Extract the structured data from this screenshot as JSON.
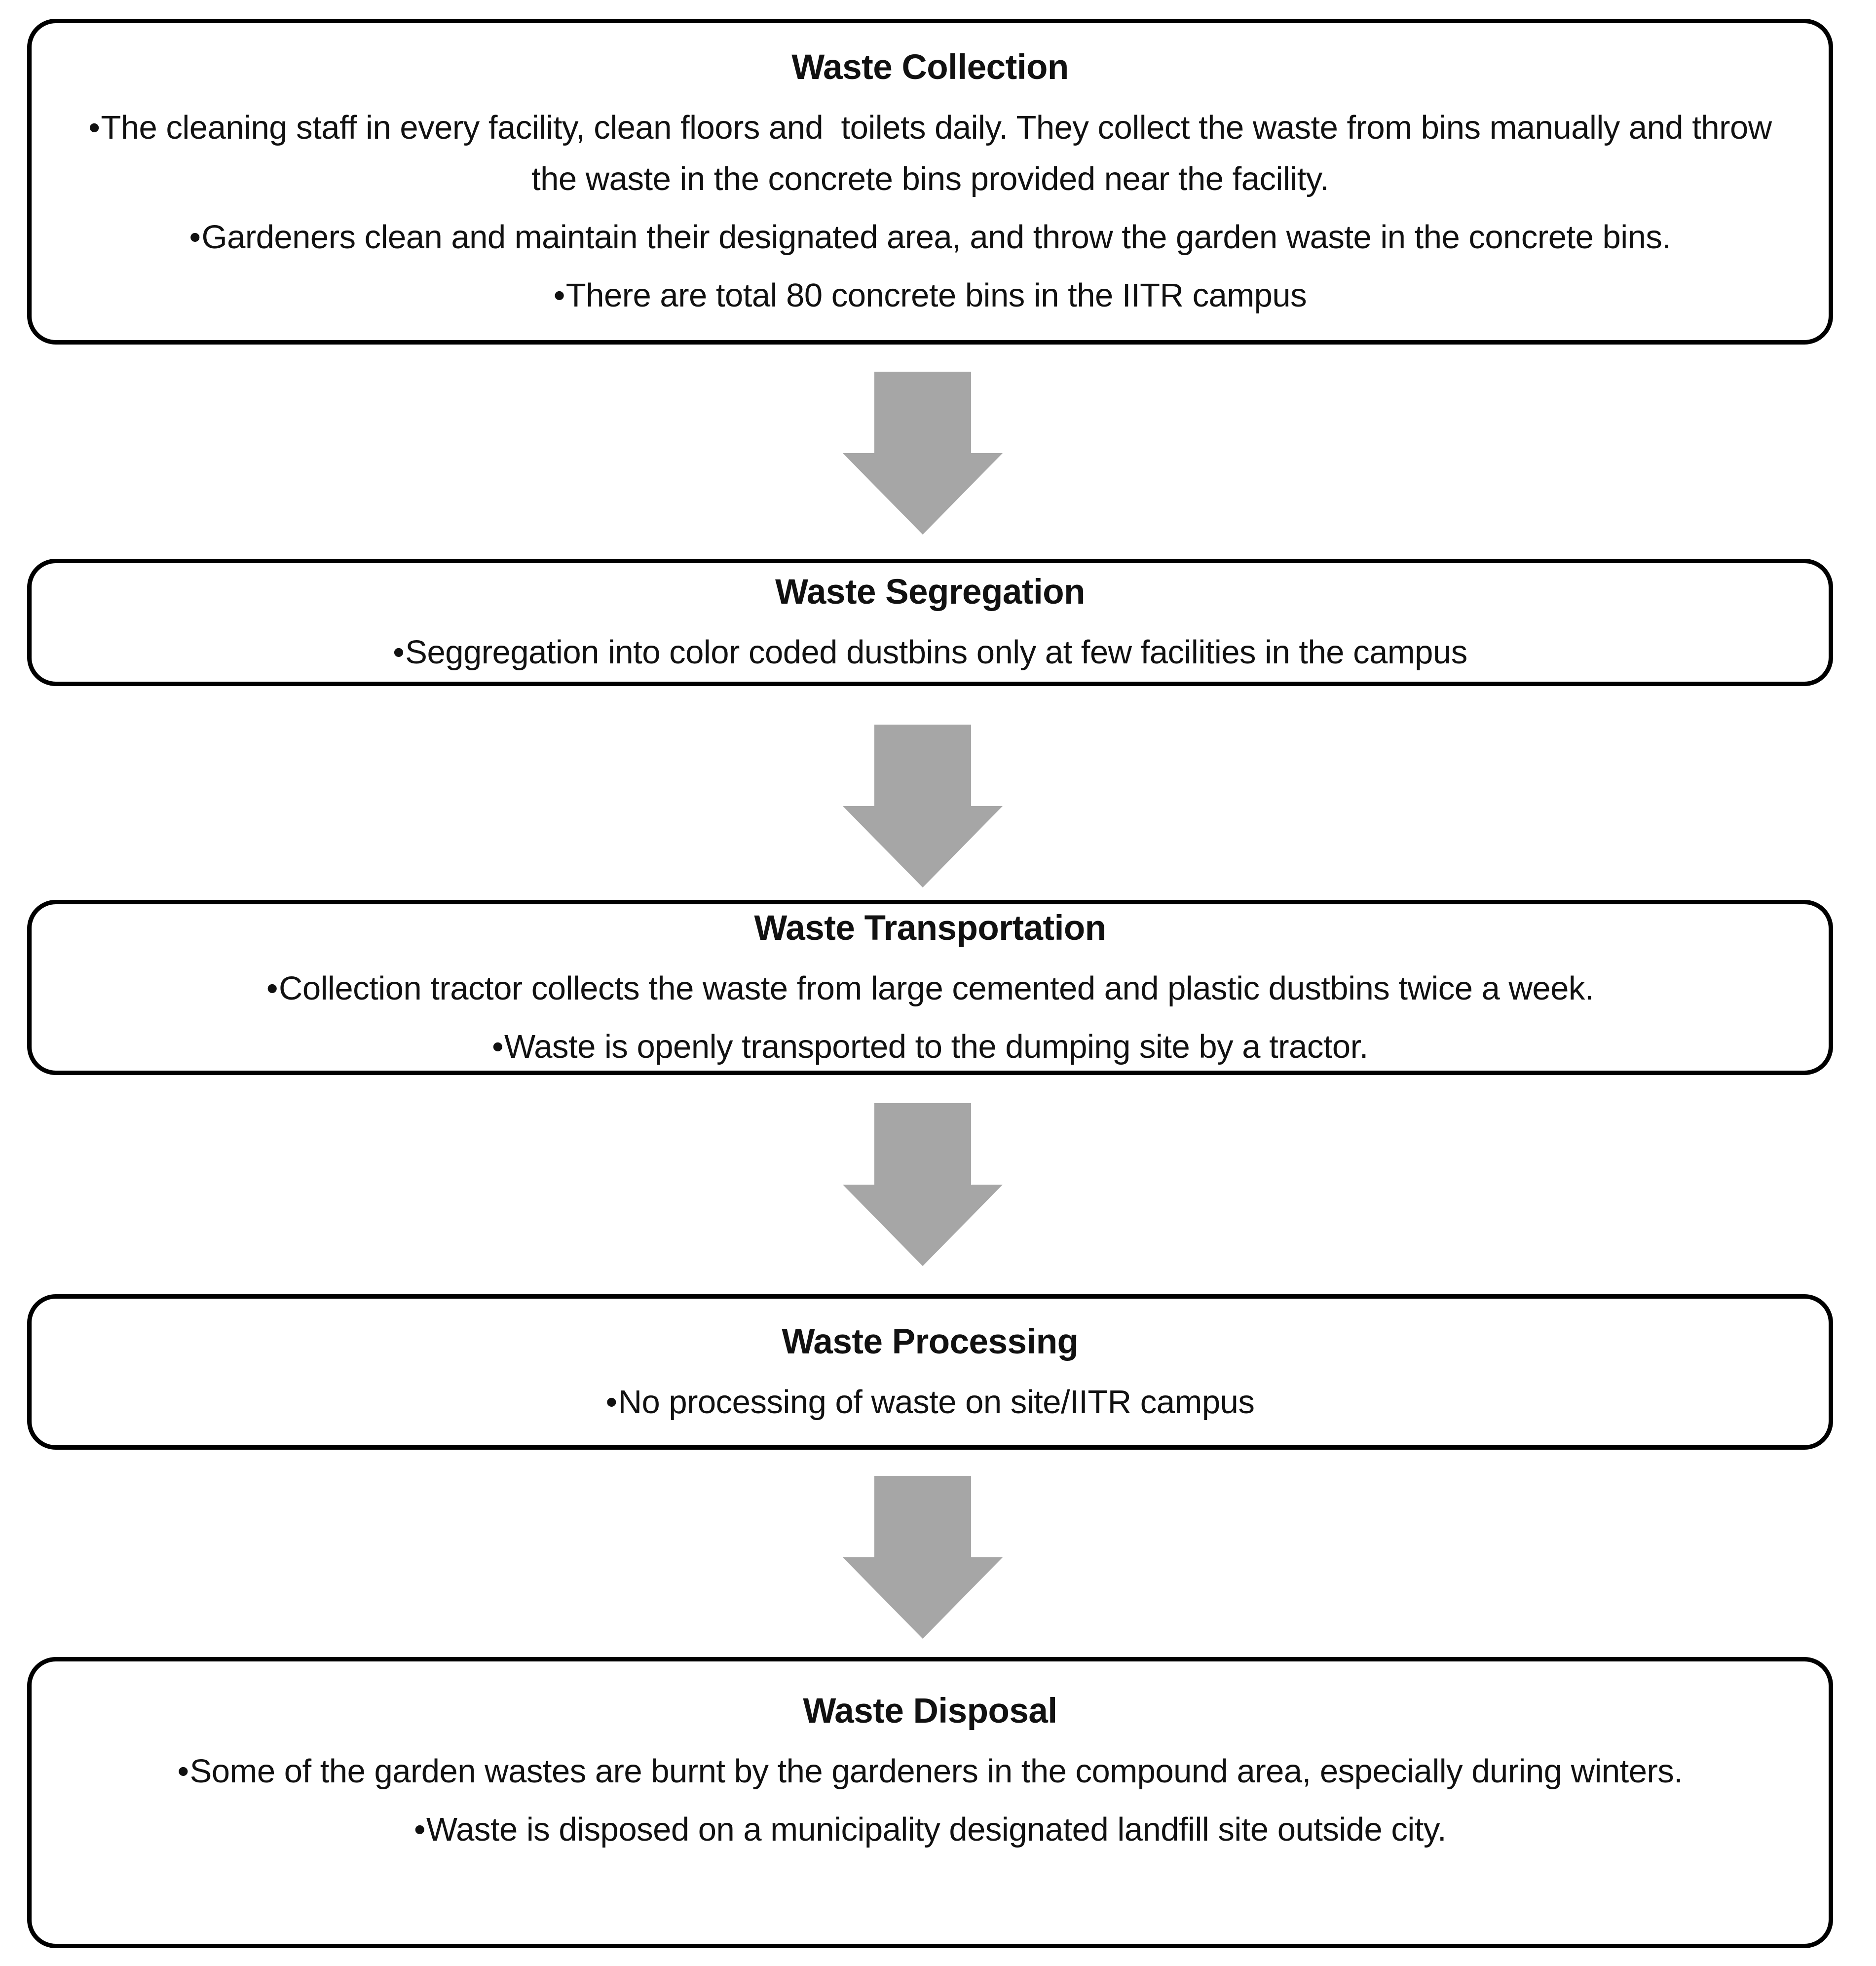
{
  "diagram": {
    "bullet_char": "•",
    "steps": [
      {
        "title": "Waste Collection",
        "bullets": [
          "The cleaning staff in every facility, clean floors and  toilets daily. They collect the waste from bins manually and throw the waste in the concrete bins provided near the facility.",
          "Gardeners clean and maintain their designated area, and throw the garden waste in the concrete bins.",
          "There are total 80 concrete bins in the IITR campus"
        ]
      },
      {
        "title": "Waste Segregation",
        "bullets": [
          "Seggregation into color coded dustbins only at few facilities in the campus"
        ]
      },
      {
        "title": "Waste Transportation",
        "bullets": [
          "Collection tractor collects the waste from large cemented and plastic dustbins twice a week.",
          "Waste is openly transported to the dumping site by a tractor."
        ]
      },
      {
        "title": "Waste Processing",
        "bullets": [
          "No processing of waste on site/IITR campus"
        ]
      },
      {
        "title": "Waste Disposal",
        "bullets": [
          "Some of the garden wastes are burnt by the gardeners in the compound area, especially during winters.",
          "Waste is disposed on a municipality designated landfill site outside city."
        ]
      }
    ]
  },
  "colors": {
    "border": "#000000",
    "arrow": "#a6a6a6",
    "text": "#111111",
    "background": "#ffffff"
  }
}
